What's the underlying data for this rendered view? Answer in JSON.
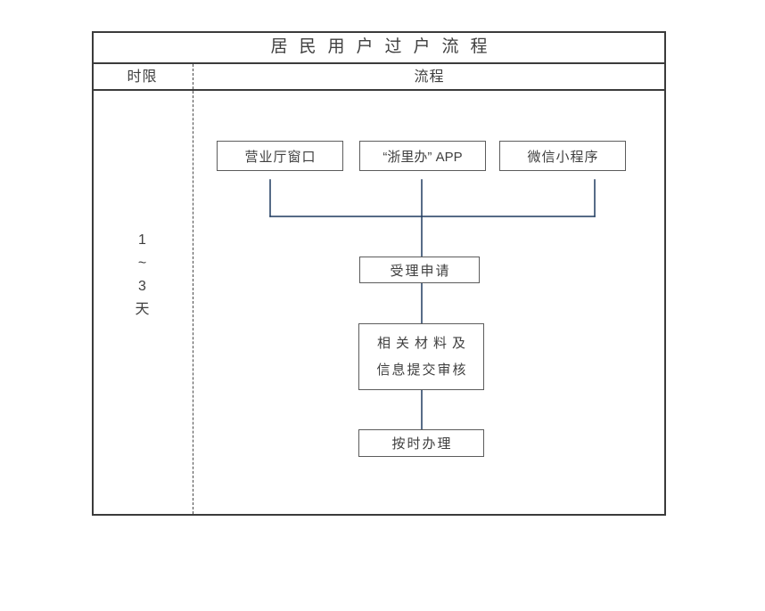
{
  "title": "居民用户过户流程",
  "header": {
    "time_limit_label": "时限",
    "process_label": "流程"
  },
  "time_column": {
    "lines": [
      "1",
      "~",
      "3",
      "天"
    ]
  },
  "flow": {
    "channels": [
      {
        "label": "营业厅窗口"
      },
      {
        "label": "“浙里办” APP"
      },
      {
        "label": "微信小程序"
      }
    ],
    "steps": [
      {
        "label": "受理申请"
      },
      {
        "line1": "相关材料及",
        "line2": "信息提交审核"
      },
      {
        "label": "按时办理"
      }
    ]
  },
  "colors": {
    "connector": "#1f3a5f",
    "frame_border": "#3b3b3b",
    "box_border": "#5c5c5c",
    "text": "#3f3f3f"
  }
}
